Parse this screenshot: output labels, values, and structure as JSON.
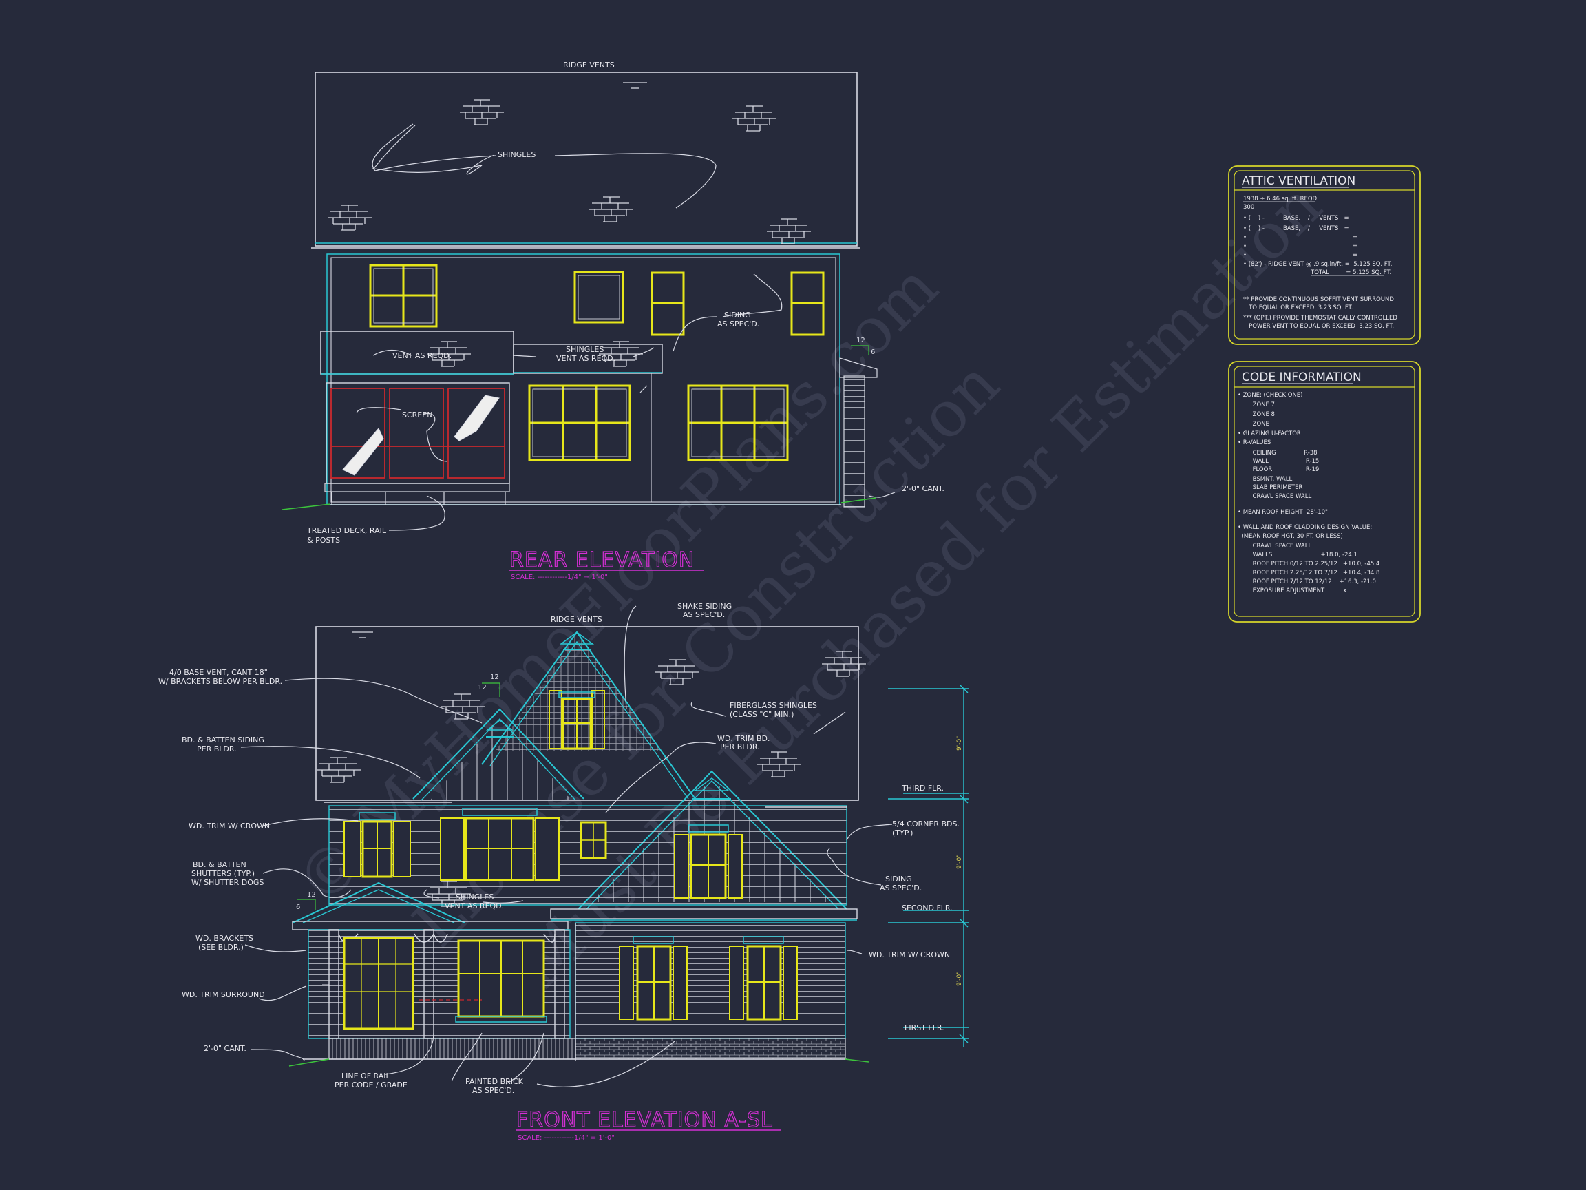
{
  "watermark": {
    "line1": "© MyHomeFloorPlans.com",
    "line2": "License for Construction",
    "line3": "Must Be Purchased for Estimation"
  },
  "rear": {
    "title": "REAR ELEVATION",
    "scale": "SCALE: ------------1/4\" = 1'-0\"",
    "labels": {
      "ridge_vents": "RIDGE VENTS",
      "shingles": "SHINGLES",
      "siding": "SIDING",
      "siding2": "AS SPEC'D.",
      "vent": "VENT AS REQD.",
      "shingles_vent1": "SHINGLES",
      "shingles_vent2": "VENT AS REQD.",
      "screen": "SCREEN",
      "cant": "2'-0\" CANT.",
      "deck1": "TREATED DECK, RAIL",
      "deck2": "& POSTS",
      "pitch_run": "12",
      "pitch_rise": "6"
    }
  },
  "front": {
    "title": "FRONT ELEVATION A-SL",
    "scale": "SCALE: ------------1/4\" = 1'-0\"",
    "labels": {
      "ridge_vents": "RIDGE VENTS",
      "shake1": "SHAKE SIDING",
      "shake2": "AS SPEC'D.",
      "base_vent1": "4/0 BASE VENT, CANT 18\"",
      "base_vent2": "W/ BRACKETS BELOW PER BLDR.",
      "bd_batten1": "BD. & BATTEN SIDING",
      "bd_batten2": "PER BLDR.",
      "fiberglass1": "FIBERGLASS SHINGLES",
      "fiberglass2": "(CLASS \"C\" MIN.)",
      "wd_trim_bd1": "WD. TRIM BD.",
      "wd_trim_bd2": "PER BLDR.",
      "wd_trim_crown": "WD. TRIM W/ CROWN",
      "shutters1": "BD. & BATTEN",
      "shutters2": "SHUTTERS (TYP.)",
      "shutters3": "W/ SHUTTER DOGS",
      "shingles": "SHINGLES",
      "vent_reqd": "VENT AS REQD.",
      "corner1": "5/4 CORNER BDS.",
      "corner2": "(TYP.)",
      "siding1": "SIDING",
      "siding2": "AS SPEC'D.",
      "brackets1": "WD. BRACKETS",
      "brackets2": "(SEE BLDR.)",
      "trim_surround": "WD. TRIM SURROUND",
      "trim_crown2": "WD. TRIM W/ CROWN",
      "cant": "2'-0\" CANT.",
      "rail1": "LINE OF RAIL",
      "rail2": "PER CODE / GRADE",
      "brick1": "PAINTED BRICK",
      "brick2": "AS SPEC'D.",
      "third_flr": "THIRD FLR.",
      "second_flr": "SECOND FLR.",
      "first_flr": "FIRST FLR.",
      "dim1": "9'-0\"",
      "dim2": "9'-0\"",
      "dim3": "9'-0\"",
      "p12a": "12",
      "p12b": "12",
      "p12c": "12",
      "p6": "6"
    }
  },
  "attic": {
    "title": "ATTIC VENTILATION",
    "lines": [
      "1938 ÷ 6.46 sq. ft. REQD.",
      "300",
      "• (    ) -          BASE,    /     VENTS   =",
      "• (    ) -          BASE,    /     VENTS   =",
      "•                                                         =",
      "•                                                         =",
      "•                                                         =",
      "• (82') - RIDGE VENT @ .9 sq.in/ft. =  5.125 SQ. FT."
    ],
    "total": "TOTAL         = 5.125 SQ. FT.",
    "notes": [
      "** PROVIDE CONTINUOUS SOFFIT VENT SURROUND",
      "   TO EQUAL OR EXCEED  3.23 SQ. FT.",
      "*** (OPT.) PROVIDE THEMOSTATICALLY CONTROLLED",
      "   POWER VENT TO EQUAL OR EXCEED  3.23 SQ. FT."
    ]
  },
  "code": {
    "title": "CODE INFORMATION",
    "lines": [
      "• ZONE: (CHECK ONE)",
      "        ZONE 7",
      "        ZONE 8",
      "        ZONE",
      "• GLAZING U-FACTOR",
      "• R-VALUES",
      "        CEILING               R-38",
      "        WALL                    R-15",
      "        FLOOR                  R-19",
      "        BSMNT. WALL",
      "        SLAB PERIMETER",
      "        CRAWL SPACE WALL",
      "",
      "• MEAN ROOF HEIGHT  28'-10\"",
      "",
      "• WALL AND ROOF CLADDING DESIGN VALUE:",
      "  (MEAN ROOF HGT. 30 FT. OR LESS)",
      "        CRAWL SPACE WALL",
      "        WALLS                          +18.0, -24.1",
      "        ROOF PITCH 0/12 TO 2.25/12   +10.0, -45.4",
      "        ROOF PITCH 2.25/12 TO 7/12   +10.4, -34.8",
      "        ROOF PITCH 7/12 TO 12/12    +16.3, -21.0",
      "        EXPOSURE ADJUSTMENT          x"
    ]
  },
  "colors": {
    "background": "#262a3b",
    "line": "#d8dae4",
    "cyan": "#29c7d3",
    "yellow": "#e6e61a",
    "magenta": "#d42fd4",
    "red": "#c8282d",
    "green": "#3cc43c"
  }
}
